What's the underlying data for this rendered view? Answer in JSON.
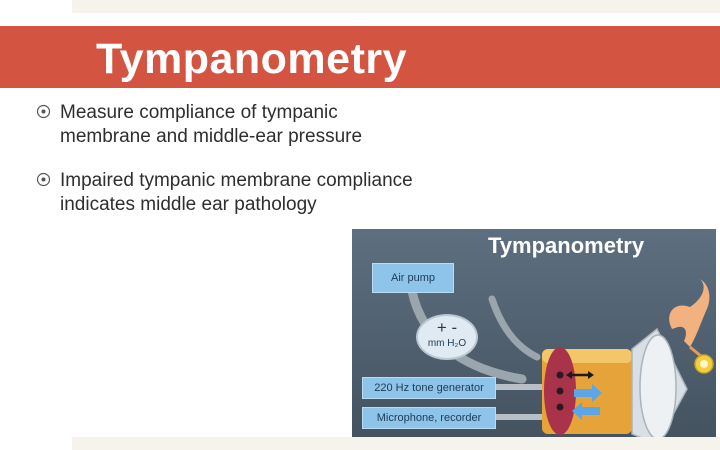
{
  "slide": {
    "title": "Tympanometry",
    "bullets": [
      {
        "text": "Measure compliance of tympanic membrane and middle-ear pressure"
      },
      {
        "text": "Impaired tympanic membrane compliance indicates middle ear pathology"
      }
    ],
    "bullet_icon": "circled-dot-icon"
  },
  "figure": {
    "title": "Tympanometry",
    "air_pump_label": "Air pump",
    "gauge_signs": "+ -",
    "gauge_unit": "mm H₂O",
    "tone_generator_label": "220 Hz tone generator",
    "microphone_label": "Microphone, recorder"
  },
  "colors": {
    "title_bar": "#d35541",
    "figure_background": "#51606e",
    "label_boxes": "#8ec3ea"
  }
}
